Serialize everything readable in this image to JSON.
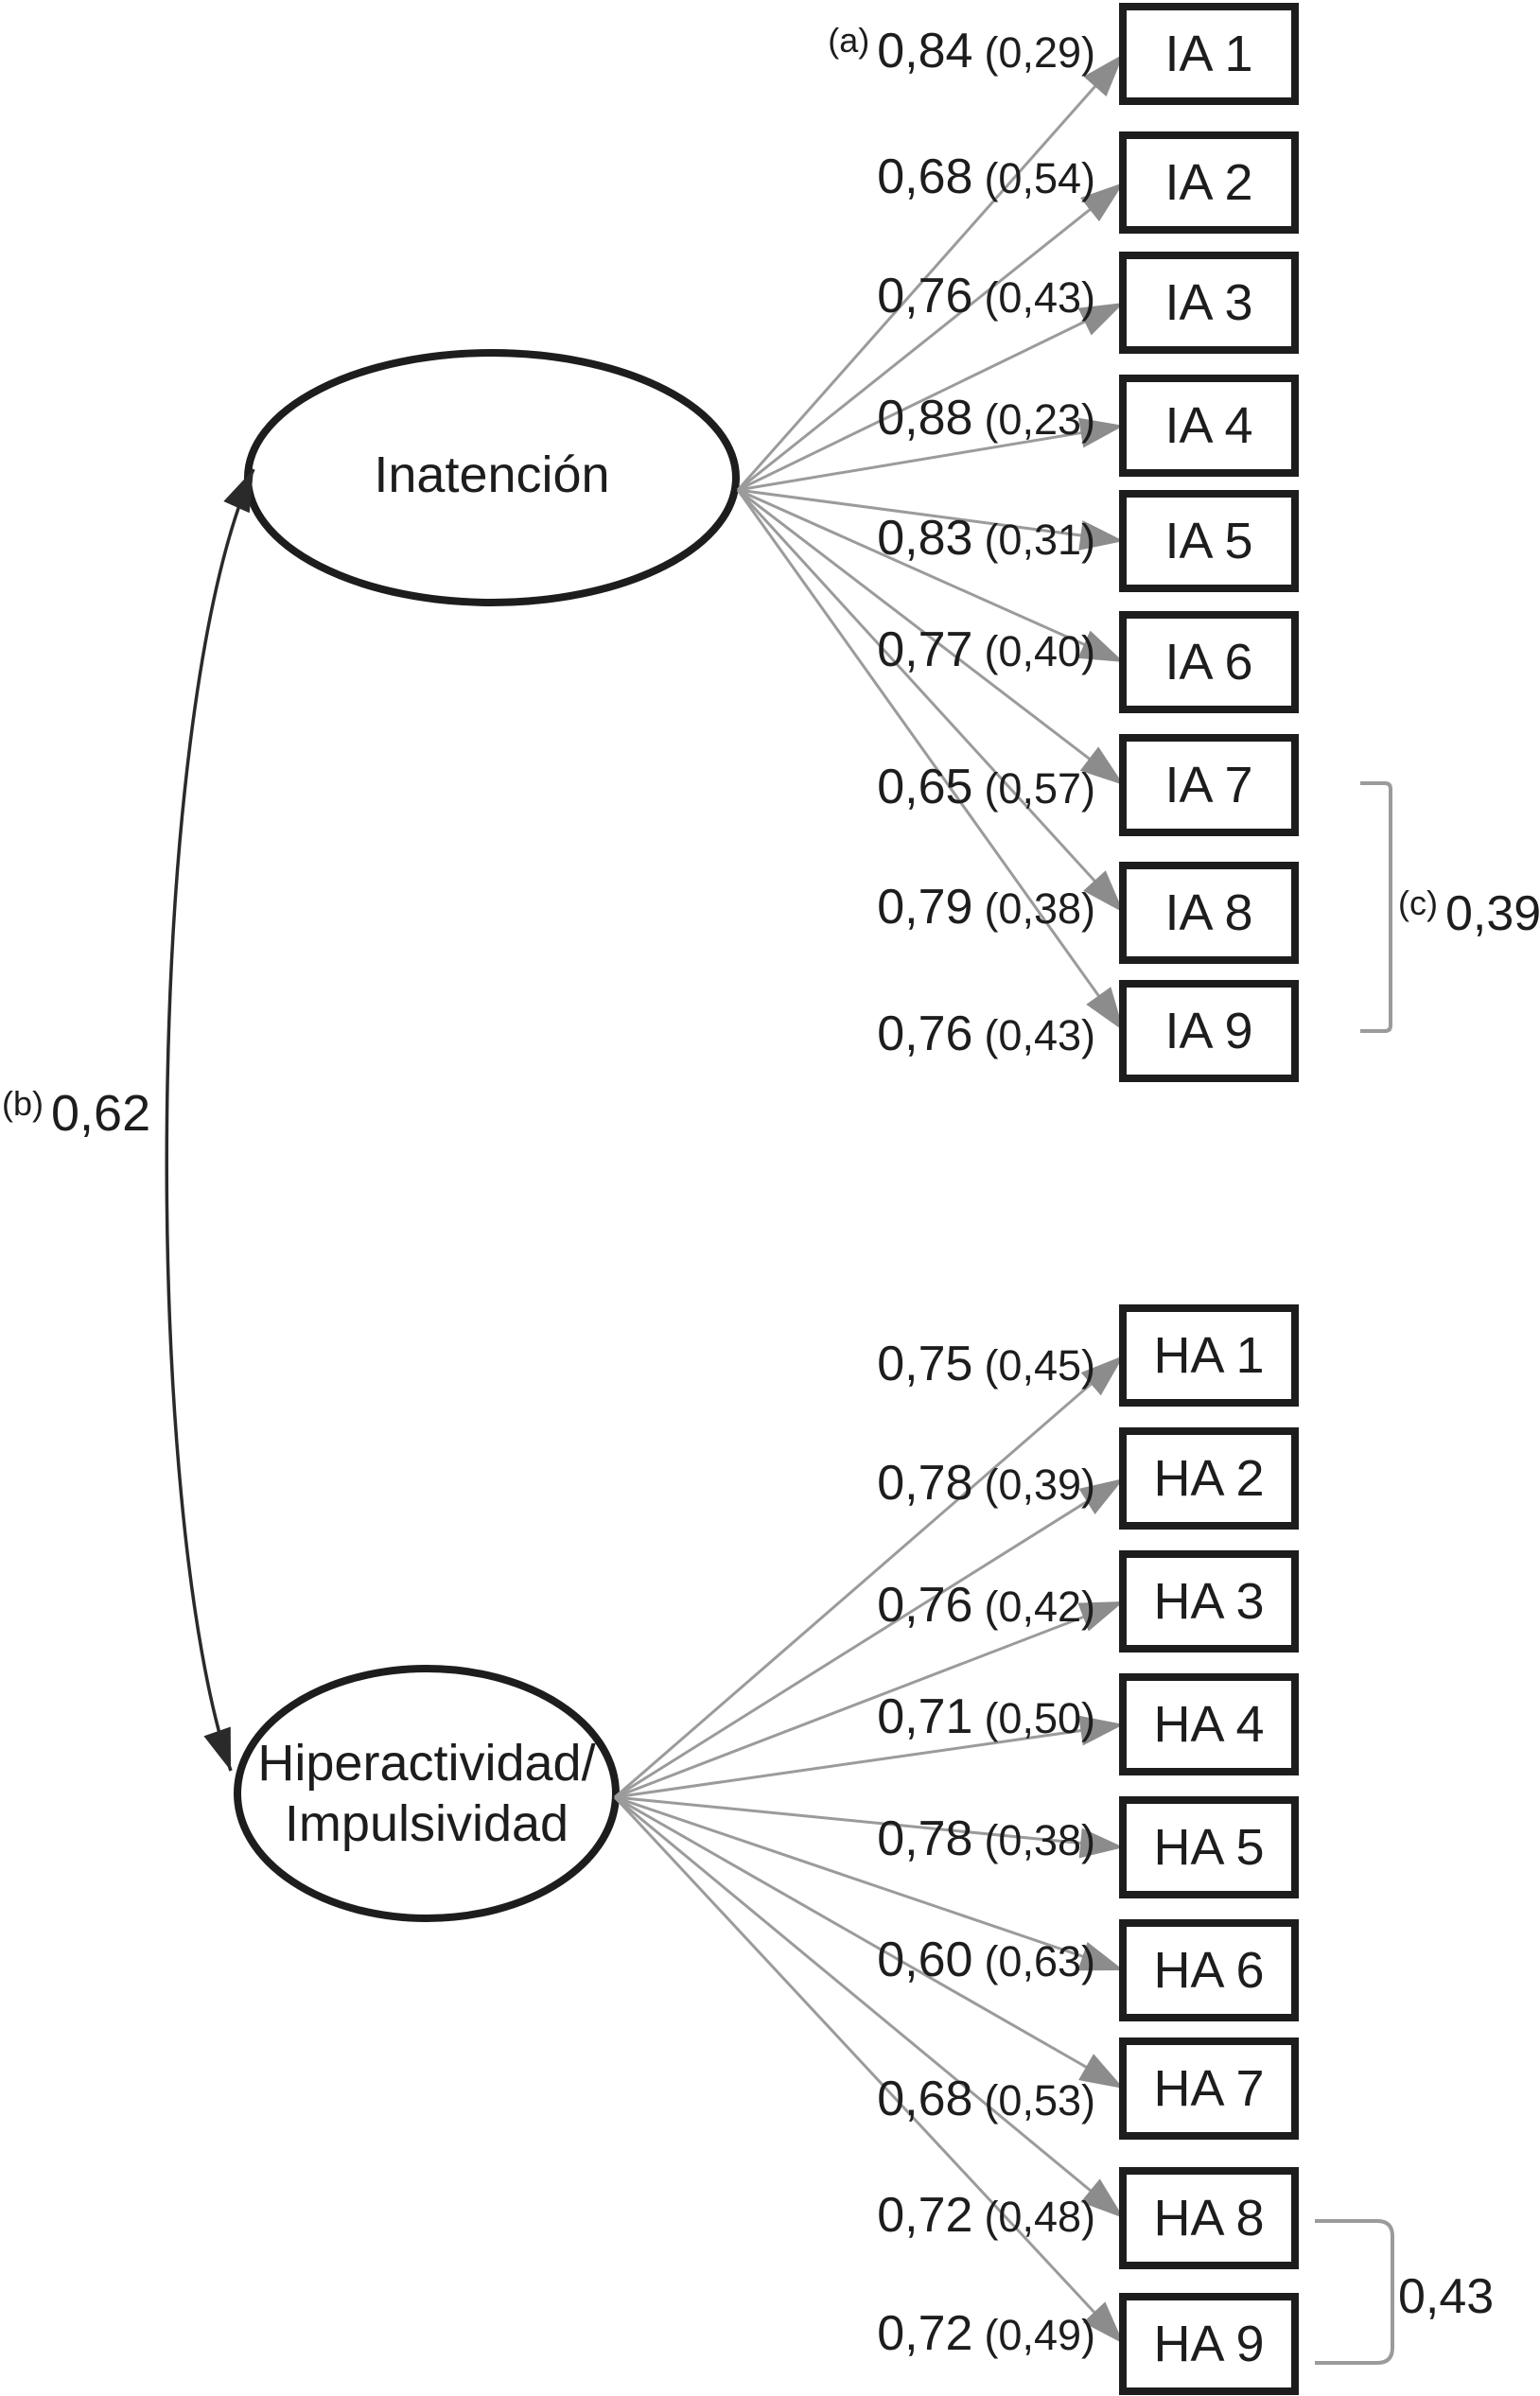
{
  "diagram_title": "Two-factor ADHD confirmatory factor model",
  "factors": [
    {
      "id": "inatencion",
      "label_lines": [
        "Inatención"
      ]
    },
    {
      "id": "hiperactividad",
      "label_lines": [
        "Hiperactividad/",
        "Impulsividad"
      ]
    }
  ],
  "indicators": {
    "inatencion": [
      {
        "name": "IA 1",
        "sup": "(a)",
        "loading": "0,84",
        "error": "(0,29)"
      },
      {
        "name": "IA 2",
        "sup": "",
        "loading": "0,68",
        "error": "(0,54)"
      },
      {
        "name": "IA 3",
        "sup": "",
        "loading": "0,76",
        "error": "(0,43)"
      },
      {
        "name": "IA 4",
        "sup": "",
        "loading": "0,88",
        "error": "(0,23)"
      },
      {
        "name": "IA 5",
        "sup": "",
        "loading": "0,83",
        "error": "(0,31)"
      },
      {
        "name": "IA 6",
        "sup": "",
        "loading": "0,77",
        "error": "(0,40)"
      },
      {
        "name": "IA 7",
        "sup": "",
        "loading": "0,65",
        "error": "(0,57)"
      },
      {
        "name": "IA 8",
        "sup": "",
        "loading": "0,79",
        "error": "(0,38)"
      },
      {
        "name": "IA 9",
        "sup": "",
        "loading": "0,76",
        "error": "(0,43)"
      }
    ],
    "hiperactividad": [
      {
        "name": "HA 1",
        "sup": "",
        "loading": "0,75",
        "error": "(0,45)"
      },
      {
        "name": "HA 2",
        "sup": "",
        "loading": "0,78",
        "error": "(0,39)"
      },
      {
        "name": "HA 3",
        "sup": "",
        "loading": "0,76",
        "error": "(0,42)"
      },
      {
        "name": "HA 4",
        "sup": "",
        "loading": "0,71",
        "error": "(0,50)"
      },
      {
        "name": "HA 5",
        "sup": "",
        "loading": "0,78",
        "error": "(0,38)"
      },
      {
        "name": "HA 6",
        "sup": "",
        "loading": "0,60",
        "error": "(0,63)"
      },
      {
        "name": "HA 7",
        "sup": "",
        "loading": "0,68",
        "error": "(0,53)"
      },
      {
        "name": "HA 8",
        "sup": "",
        "loading": "0,72",
        "error": "(0,48)"
      },
      {
        "name": "HA 9",
        "sup": "",
        "loading": "0,72",
        "error": "(0,49)"
      }
    ]
  },
  "factor_correlation": {
    "sup": "(b)",
    "value": "0,62"
  },
  "residual_correlations": [
    {
      "pair": "IA 7 - IA 9",
      "sup": "(c)",
      "value": "0,39"
    },
    {
      "pair": "HA 8 - HA 9",
      "sup": "",
      "value": "0,43"
    }
  ],
  "colors": {
    "ink": "#1d1d1d",
    "line_gray": "#9b9b9b",
    "arrow_gray": "#8c8c8c"
  }
}
